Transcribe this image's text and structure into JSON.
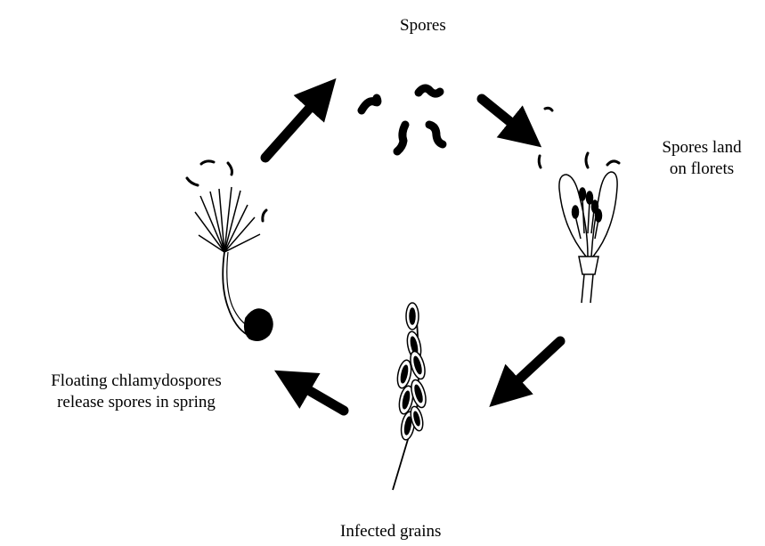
{
  "labels": {
    "spores": "Spores",
    "spores_land_line1": "Spores land",
    "spores_land_line2": "on florets",
    "floating_line1": "Floating chlamydospores",
    "floating_line2": "release spores in spring",
    "infected_grains": "Infected grains"
  },
  "colors": {
    "ink": "#000000",
    "background": "#ffffff"
  },
  "stages": [
    {
      "id": "spores",
      "icon": "airborne-spores"
    },
    {
      "id": "spores-land-on-florets",
      "icon": "floret-with-spores"
    },
    {
      "id": "infected-grains",
      "icon": "infected-grain-spike"
    },
    {
      "id": "floating-chlamydospores",
      "icon": "germinating-chlamydospore"
    }
  ],
  "cycle_direction": "clockwise"
}
